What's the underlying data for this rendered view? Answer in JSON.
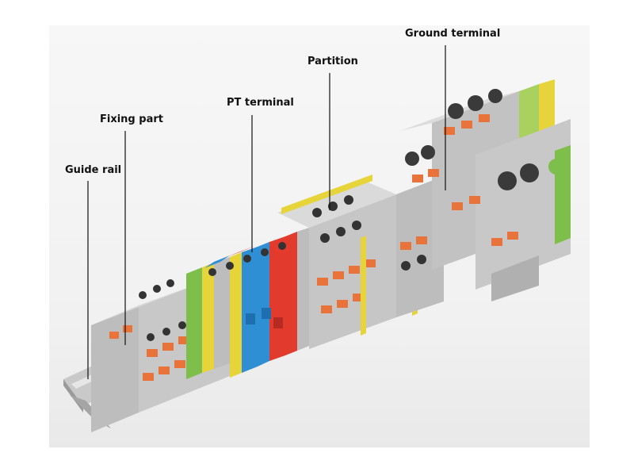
{
  "callouts": {
    "guide_rail": "Guide rail",
    "fixing_part": "Fixing part",
    "pt_terminal": "PT terminal",
    "partition": "Partition",
    "ground_terminal": "Ground terminal"
  },
  "colors": {
    "housing_gray": "#b9b9b9",
    "housing_light": "#d2d2d2",
    "lever_orange": "#e8743b",
    "blue": "#2f8fd4",
    "red": "#e23b2e",
    "yellow": "#e6d43a",
    "green": "#7dbf4a"
  }
}
